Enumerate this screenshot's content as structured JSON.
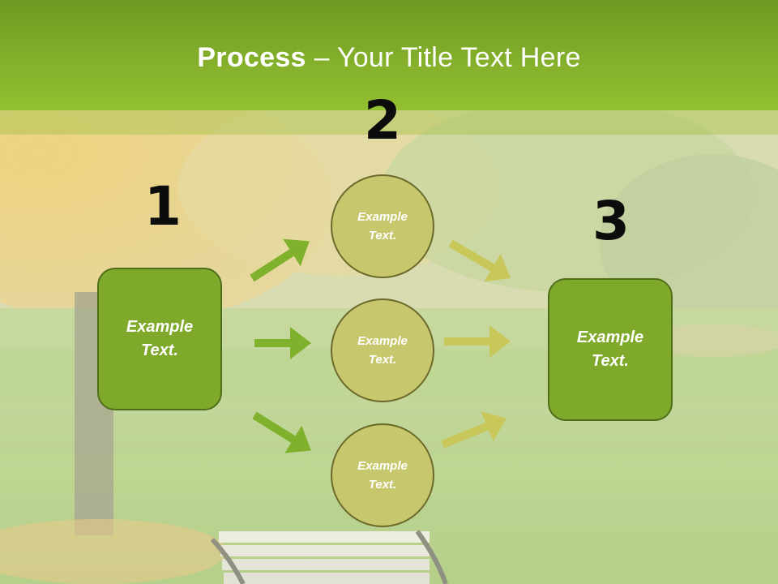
{
  "title": {
    "bold": "Process",
    "rest": " – Your Title Text Here"
  },
  "steps": [
    {
      "number": "1",
      "text_line1": "Example",
      "text_line2": "Text."
    },
    {
      "number": "2"
    },
    {
      "number": "3",
      "text_line1": "Example",
      "text_line2": "Text."
    }
  ],
  "circles": [
    {
      "text_line1": "Example",
      "text_line2": "Text."
    },
    {
      "text_line1": "Example",
      "text_line2": "Text."
    },
    {
      "text_line1": "Example",
      "text_line2": "Text."
    }
  ],
  "colors": {
    "title_bar": "#8cb92e",
    "box_fill": "#7fa92a",
    "circle_fill": "#c7c76d",
    "arrow_left": "#7fb12d",
    "arrow_right": "#c8c85a"
  }
}
